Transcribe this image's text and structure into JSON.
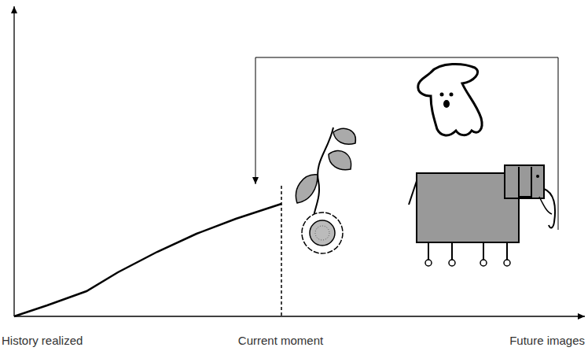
{
  "diagram": {
    "labels": [
      "History realized",
      "Current moment",
      "Future images"
    ]
  }
}
